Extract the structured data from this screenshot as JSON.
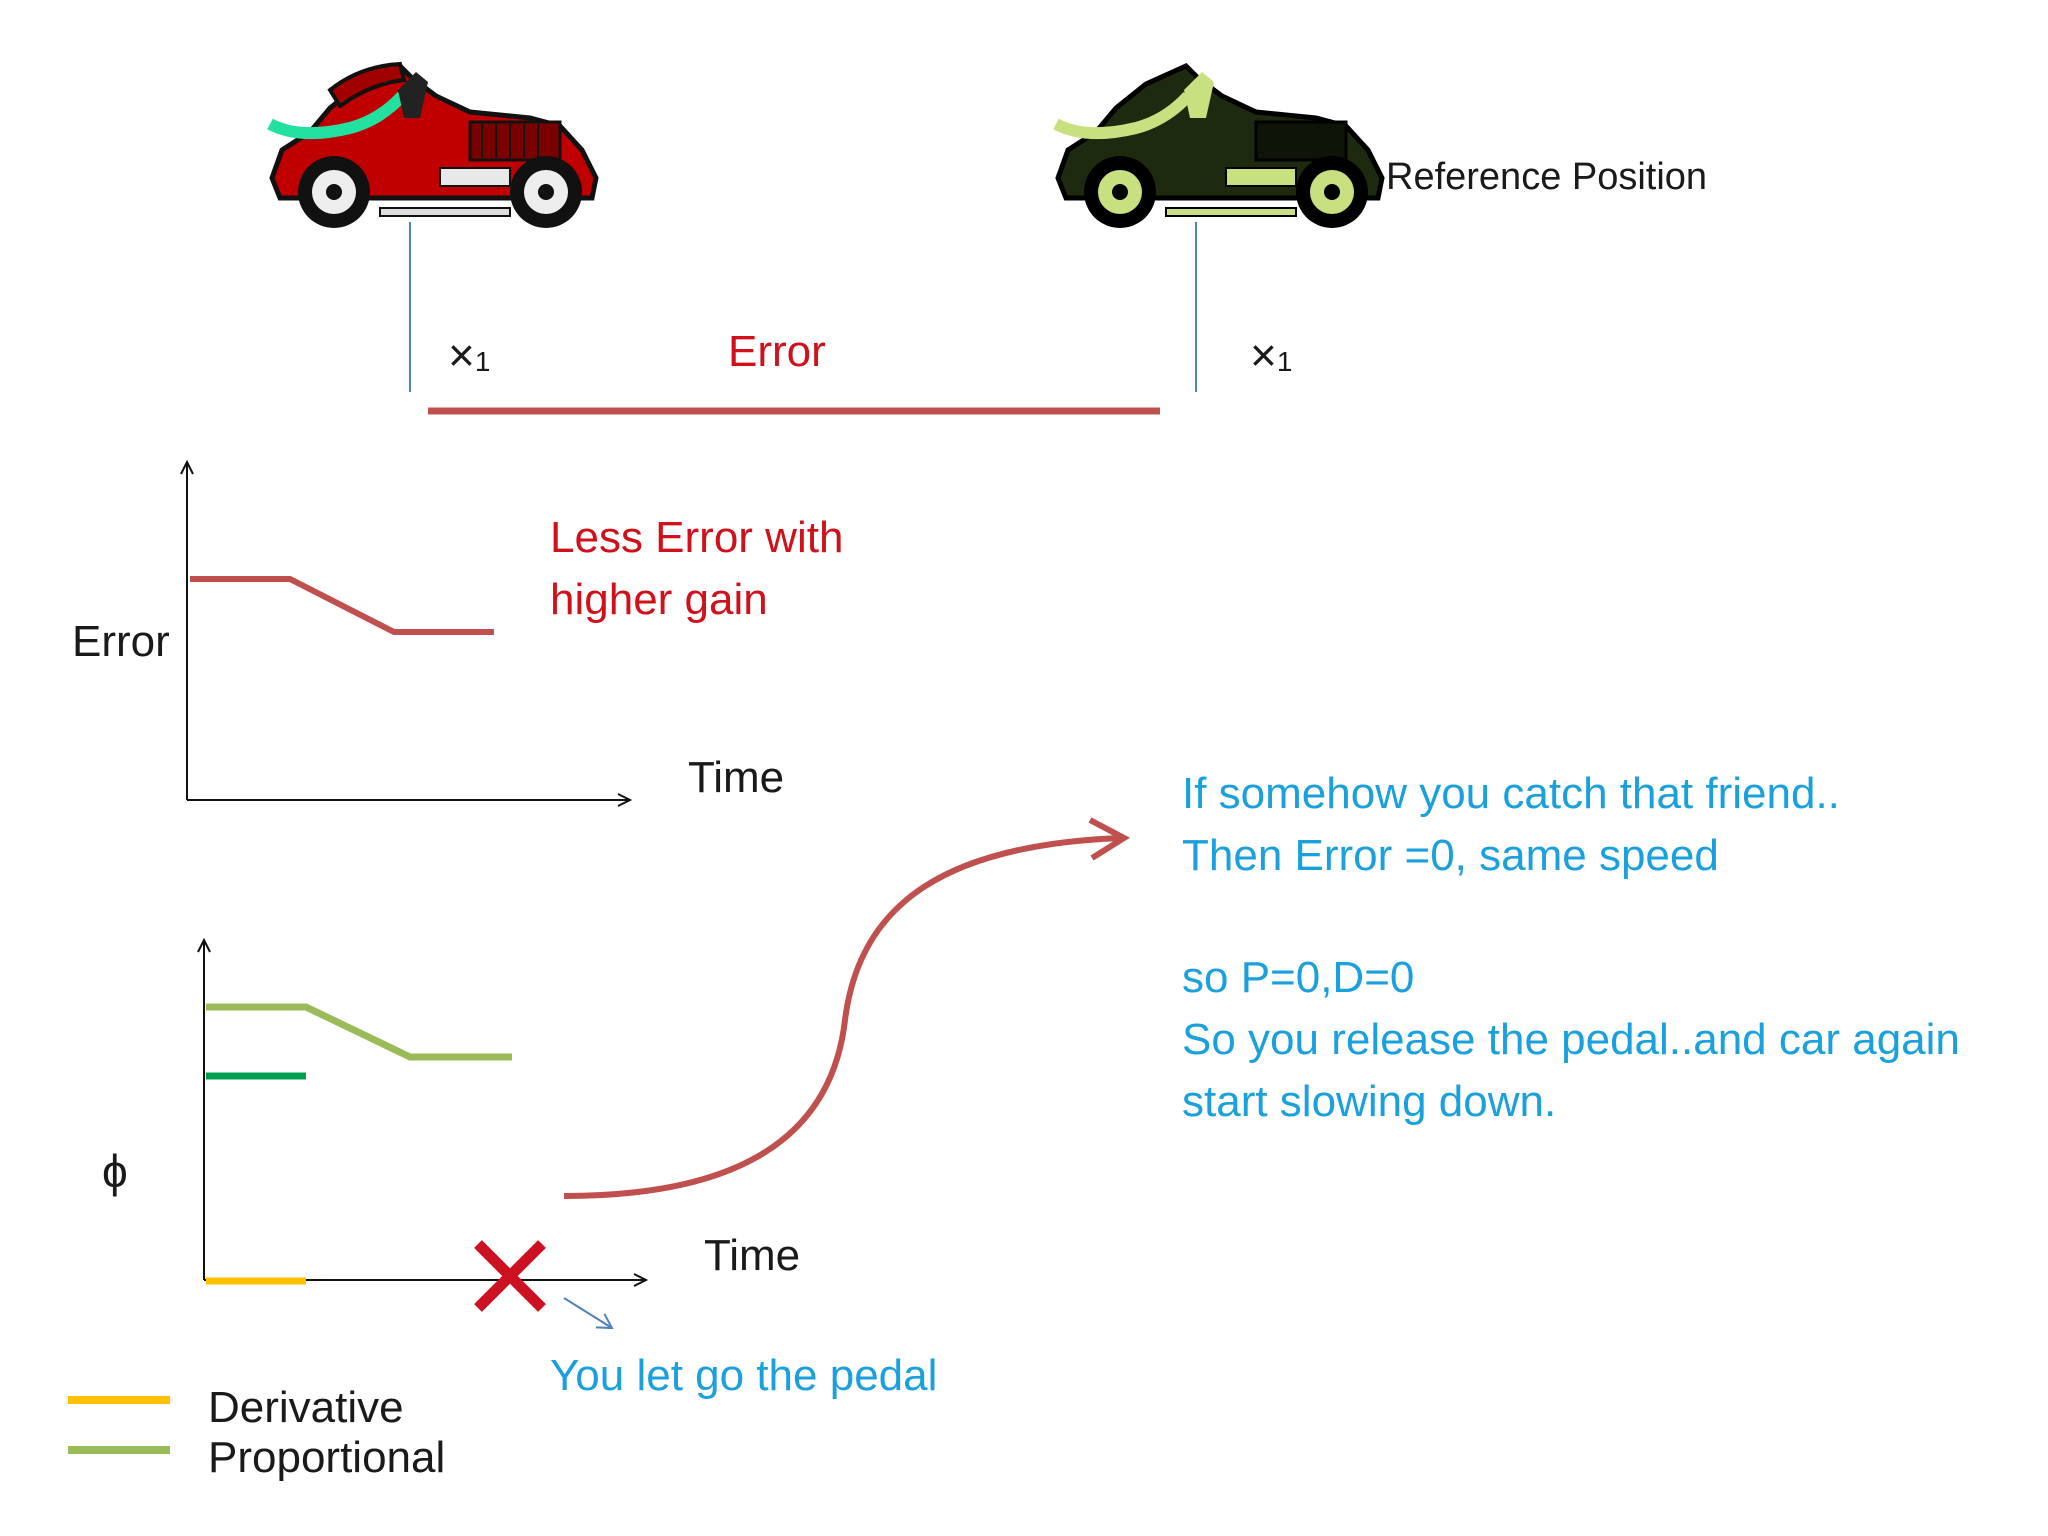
{
  "labels": {
    "reference_position": "Reference Position",
    "x_left": "×",
    "x_left_sub": "1",
    "x_right": "×",
    "x_right_sub": "1",
    "error_bar": "Error",
    "error_axis": "Error",
    "time_axis_top": "Time",
    "phi_axis": "ϕ",
    "time_axis_bottom": "Time"
  },
  "notes": {
    "less_error_line1": "Less Error with",
    "less_error_line2": "higher gain",
    "catch_line1": "If somehow you catch that friend..",
    "catch_line2": "Then Error =0, same speed",
    "pd_line1": "so P=0,D=0",
    "pd_line2": "So you release the pedal..and car again",
    "pd_line3": "start slowing  down.",
    "pedal": "You let go the pedal"
  },
  "legend": [
    {
      "label": "Derivative",
      "color": "#ffc000"
    },
    {
      "label": "Proportional",
      "color": "#9bbb59"
    }
  ],
  "colors": {
    "error_line": "#c0504d",
    "proportional": "#9bbb59",
    "derivative": "#ffc000",
    "green_bar": "#00a050",
    "cross_mark": "#cc1122",
    "guide_line": "#4f81bd",
    "car_left": "#c00000",
    "car_right": "#1e2a10"
  },
  "icons": [
    "race-car-icon-red",
    "race-car-icon-dark",
    "cross-mark-icon",
    "curved-arrow-icon"
  ]
}
